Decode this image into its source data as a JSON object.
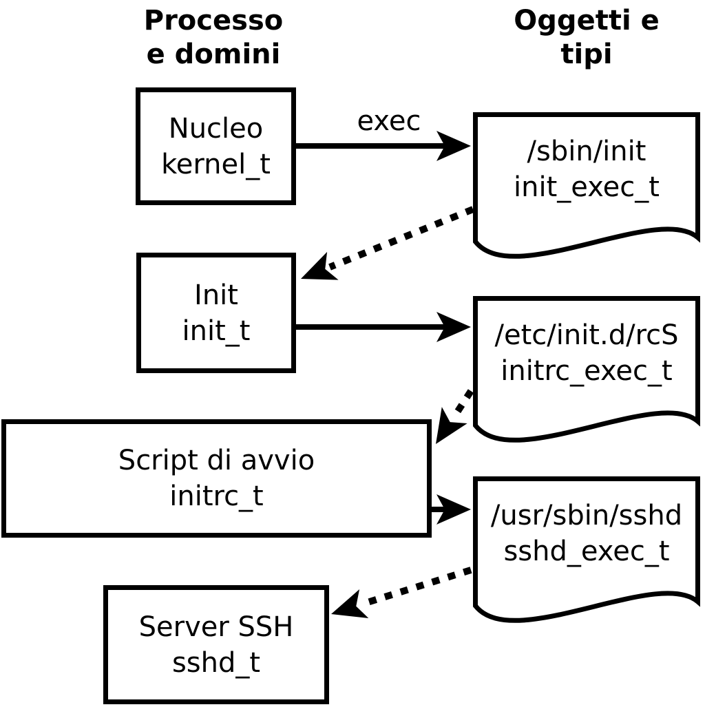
{
  "headers": {
    "left": {
      "line1": "Processo",
      "line2": "e domini"
    },
    "right": {
      "line1": "Oggetti e",
      "line2": "tipi"
    }
  },
  "processes": [
    {
      "name": "Nucleo",
      "type": "kernel_t"
    },
    {
      "name": "Init",
      "type": "init_t"
    },
    {
      "name": "Script di avvio",
      "type": "initrc_t"
    },
    {
      "name": "Server SSH",
      "type": "sshd_t"
    }
  ],
  "objects": [
    {
      "path": "/sbin/init",
      "type": "init_exec_t"
    },
    {
      "path": "/etc/init.d/rcS",
      "type": "initrc_exec_t"
    },
    {
      "path": "/usr/sbin/sshd",
      "type": "sshd_exec_t"
    }
  ],
  "edge_labels": {
    "exec": "exec"
  },
  "edges": [
    {
      "from": "Nucleo kernel_t",
      "to": "/sbin/init init_exec_t",
      "style": "solid",
      "label": "exec"
    },
    {
      "from": "/sbin/init init_exec_t",
      "to": "Init init_t",
      "style": "dotted",
      "label": ""
    },
    {
      "from": "Init init_t",
      "to": "/etc/init.d/rcS initrc_exec_t",
      "style": "solid",
      "label": ""
    },
    {
      "from": "/etc/init.d/rcS initrc_exec_t",
      "to": "Script di avvio initrc_t",
      "style": "dotted",
      "label": ""
    },
    {
      "from": "Script di avvio initrc_t",
      "to": "/usr/sbin/sshd sshd_exec_t",
      "style": "solid",
      "label": ""
    },
    {
      "from": "/usr/sbin/sshd sshd_exec_t",
      "to": "Server SSH sshd_t",
      "style": "dotted",
      "label": ""
    }
  ],
  "colors": {
    "foreground": "#000000",
    "background": "#ffffff"
  }
}
